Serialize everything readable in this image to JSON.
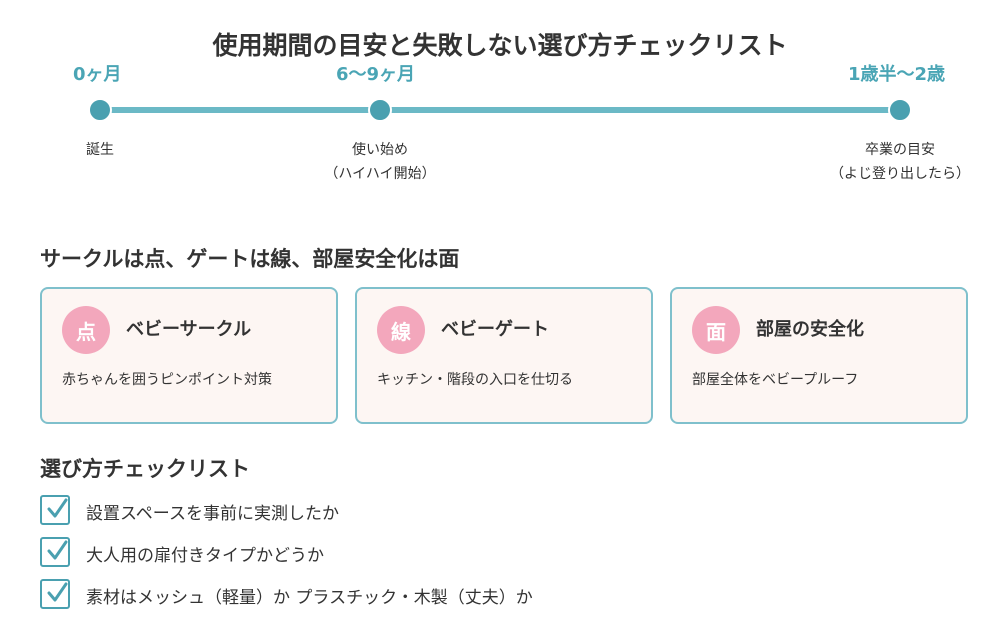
{
  "title": "使用期間の目安と失敗しない選び方チェックリスト",
  "timeline": [
    {
      "label": "0ヶ月",
      "desc_lines": [
        "誕生"
      ]
    },
    {
      "label": "6〜9ヶ月",
      "desc_lines": [
        "使い始め",
        "（ハイハイ開始）"
      ]
    },
    {
      "label": "1歳半〜2歳",
      "desc_lines": [
        "卒業の目安",
        "（よじ登り出したら）"
      ]
    }
  ],
  "types_section": {
    "heading": "サークルは点、ゲートは線、部屋安全化は面",
    "cards": [
      {
        "badge": "点",
        "title": "ベビーサークル",
        "desc": "赤ちゃんを囲うピンポイント対策"
      },
      {
        "badge": "線",
        "title": "ベビーゲート",
        "desc": "キッチン・階段の入口を仕切る"
      },
      {
        "badge": "面",
        "title": "部屋の安全化",
        "desc": "部屋全体をベビープルーフ"
      }
    ]
  },
  "checklist": {
    "heading": "選び方チェックリスト",
    "items": [
      "設置スペースを事前に実測したか",
      "大人用の扉付きタイプかどうか",
      "素材はメッシュ（軽量）か プラスチック・木製（丈夫）か"
    ]
  },
  "colors": {
    "accent": "#4aa5b5",
    "badge": "#f3a7bc",
    "card_bg": "#fdf6f3",
    "card_border": "#7fc0cc"
  },
  "icons": {
    "check": "checkmark-icon"
  }
}
